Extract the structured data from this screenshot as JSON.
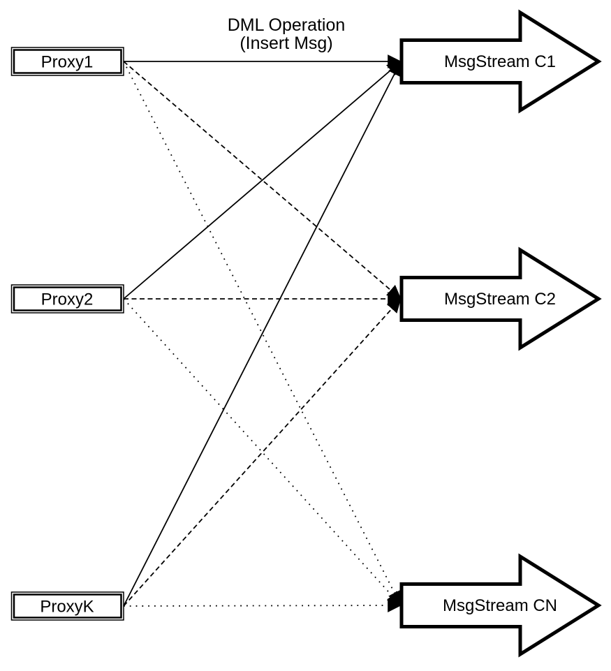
{
  "title": {
    "line1": "DML Operation",
    "line2": "(Insert Msg)"
  },
  "proxies": [
    {
      "label": "Proxy1"
    },
    {
      "label": "Proxy2"
    },
    {
      "label": "ProxyK"
    }
  ],
  "streams": [
    {
      "label": "MsgStream C1"
    },
    {
      "label": "MsgStream C2"
    },
    {
      "label": "MsgStream CN"
    }
  ],
  "edges": [
    {
      "from": "Proxy1",
      "to": "MsgStream C1",
      "style": "solid"
    },
    {
      "from": "Proxy2",
      "to": "MsgStream C1",
      "style": "solid"
    },
    {
      "from": "ProxyK",
      "to": "MsgStream C1",
      "style": "solid"
    },
    {
      "from": "Proxy1",
      "to": "MsgStream C2",
      "style": "dashed"
    },
    {
      "from": "Proxy2",
      "to": "MsgStream C2",
      "style": "dashed"
    },
    {
      "from": "ProxyK",
      "to": "MsgStream C2",
      "style": "dashed"
    },
    {
      "from": "Proxy1",
      "to": "MsgStream CN",
      "style": "dotted"
    },
    {
      "from": "Proxy2",
      "to": "MsgStream CN",
      "style": "dotted"
    },
    {
      "from": "ProxyK",
      "to": "MsgStream CN",
      "style": "dotted"
    }
  ],
  "colors": {
    "line": "#000000",
    "fill": "#ffffff"
  }
}
